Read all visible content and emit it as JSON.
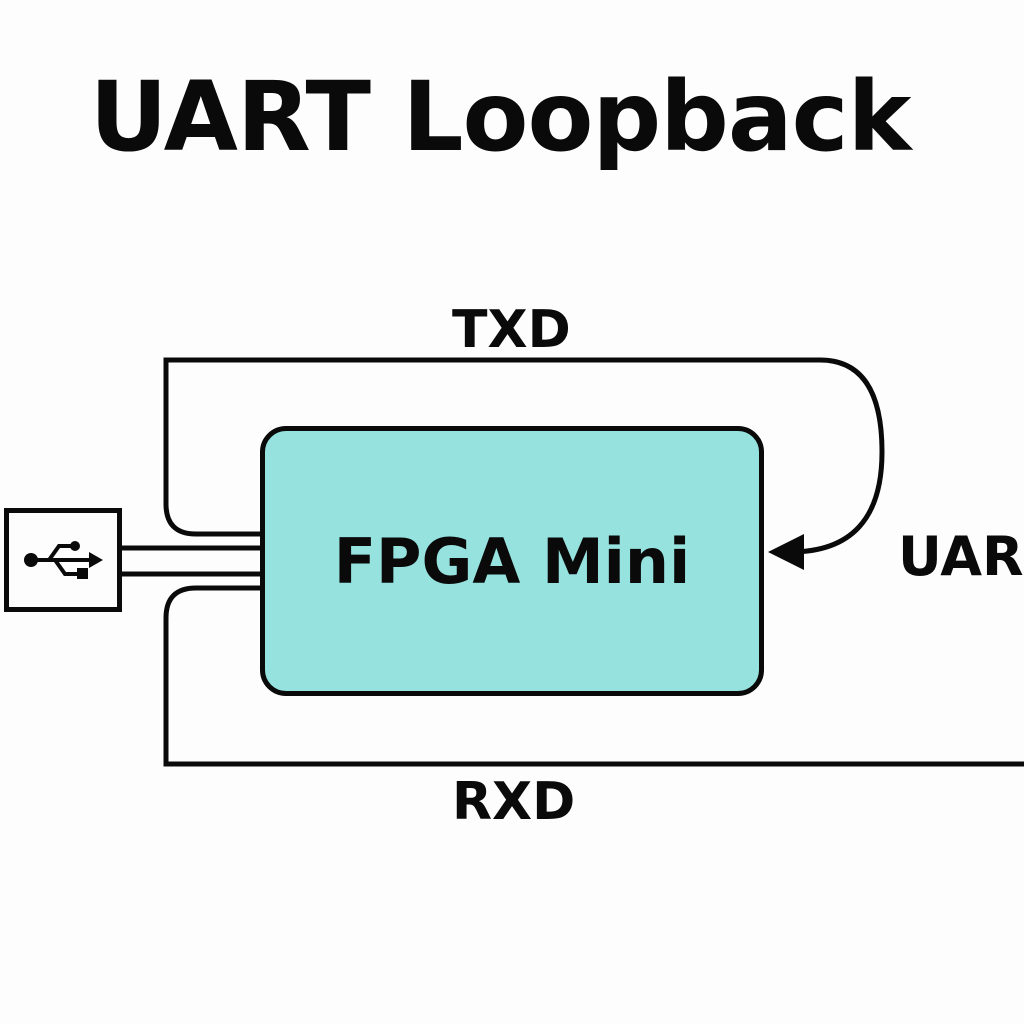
{
  "diagram": {
    "title": "UART Loopback",
    "device_label": "FPGA Mini",
    "tx_label": "TXD",
    "rx_label": "RXD",
    "uart_label": "UAR",
    "device_fill": "#96e2df",
    "stroke_color": "#0a0a0a",
    "port_icon": "usb-icon"
  }
}
